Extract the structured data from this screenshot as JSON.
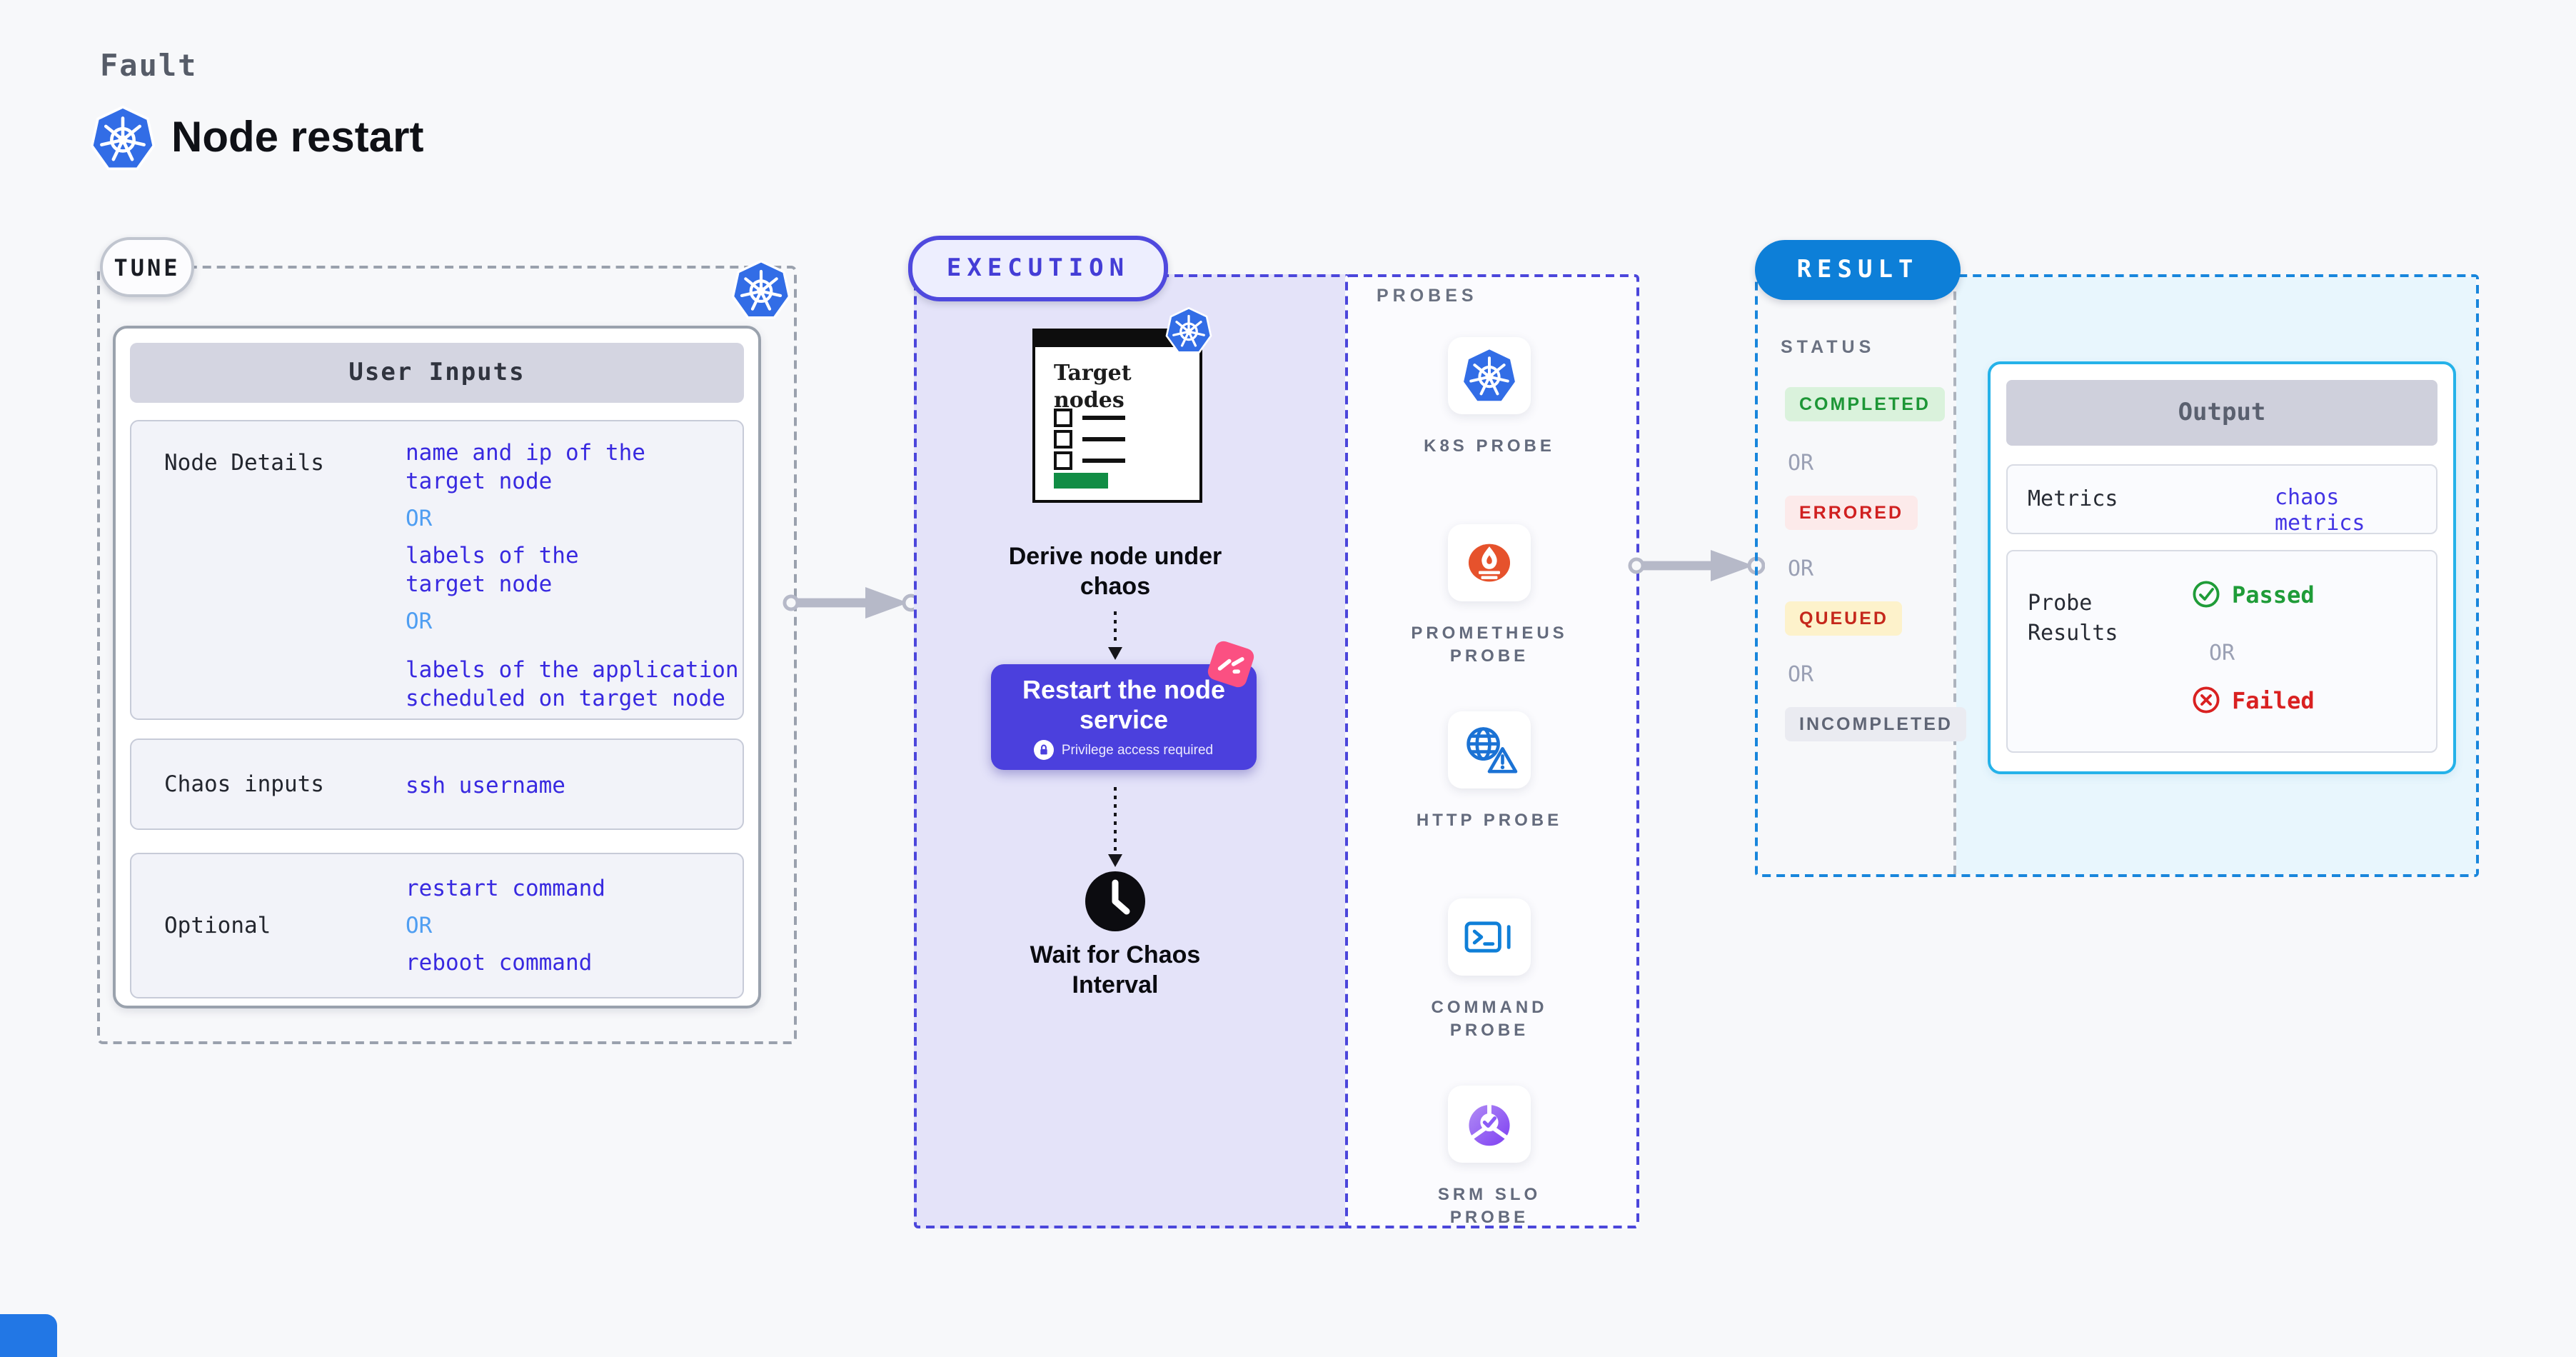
{
  "header": {
    "kicker": "Fault",
    "title": "Node restart"
  },
  "tune": {
    "label": "TUNE",
    "table_title": "User Inputs",
    "rows": [
      {
        "label": "Node Details",
        "lines": [
          {
            "type": "value",
            "text": "name and ip of the\ntarget node"
          },
          {
            "type": "or",
            "text": "OR"
          },
          {
            "type": "value",
            "text": "labels of the\ntarget node"
          },
          {
            "type": "or",
            "text": "OR"
          },
          {
            "type": "value",
            "text": "labels of the application\n scheduled on target node"
          }
        ]
      },
      {
        "label": "Chaos inputs",
        "lines": [
          {
            "type": "value",
            "text": "ssh username"
          }
        ]
      },
      {
        "label": "Optional",
        "lines": [
          {
            "type": "value",
            "text": "restart command"
          },
          {
            "type": "or",
            "text": "OR"
          },
          {
            "type": "value",
            "text": "reboot command"
          }
        ]
      }
    ]
  },
  "execution": {
    "label": "EXECUTION",
    "card_title": "Target\nnodes",
    "step_derive": "Derive node under\nchaos",
    "restart_title": "Restart the node\nservice",
    "privilege_note": "Privilege access required",
    "step_wait": "Wait for Chaos\nInterval"
  },
  "probes": {
    "label": "PROBES",
    "items": [
      {
        "label": "K8S PROBE",
        "icon": "kubernetes-icon"
      },
      {
        "label": "PROMETHEUS\nPROBE",
        "icon": "prometheus-icon"
      },
      {
        "label": "HTTP PROBE",
        "icon": "globe-warning-icon"
      },
      {
        "label": "COMMAND\nPROBE",
        "icon": "terminal-icon"
      },
      {
        "label": "SRM SLO\nPROBE",
        "icon": "slo-pie-check-icon"
      }
    ]
  },
  "result": {
    "label": "RESULT",
    "status_label": "STATUS",
    "or_label": "OR",
    "statuses": [
      {
        "text": "COMPLETED",
        "color": "#1d9636"
      },
      {
        "text": "ERRORED",
        "color": "#d02020"
      },
      {
        "text": "QUEUED",
        "color": "#c5281c"
      },
      {
        "text": "INCOMPLETED",
        "color": "#5f6575"
      }
    ],
    "output": {
      "title": "Output",
      "metrics_label": "Metrics",
      "metrics_value": "chaos metrics",
      "probe_results_label": "Probe\nResults",
      "passed": "Passed",
      "failed": "Failed"
    }
  },
  "colors": {
    "page_bg": "#f7f8fa",
    "execution_fill": "#e4e3f9",
    "execution_accent": "#4b46db",
    "restart_button": "#4b40dd",
    "chaos_pink": "#fb5082",
    "result_accent": "#1886dc",
    "result_fill": "#e8f6fd",
    "output_border": "#25b2e9",
    "kubernetes_blue": "#326de6",
    "prometheus_orange": "#e6522c",
    "passed_green": "#1f9c38",
    "failed_red": "#d92121",
    "green_bar": "#118d45"
  }
}
